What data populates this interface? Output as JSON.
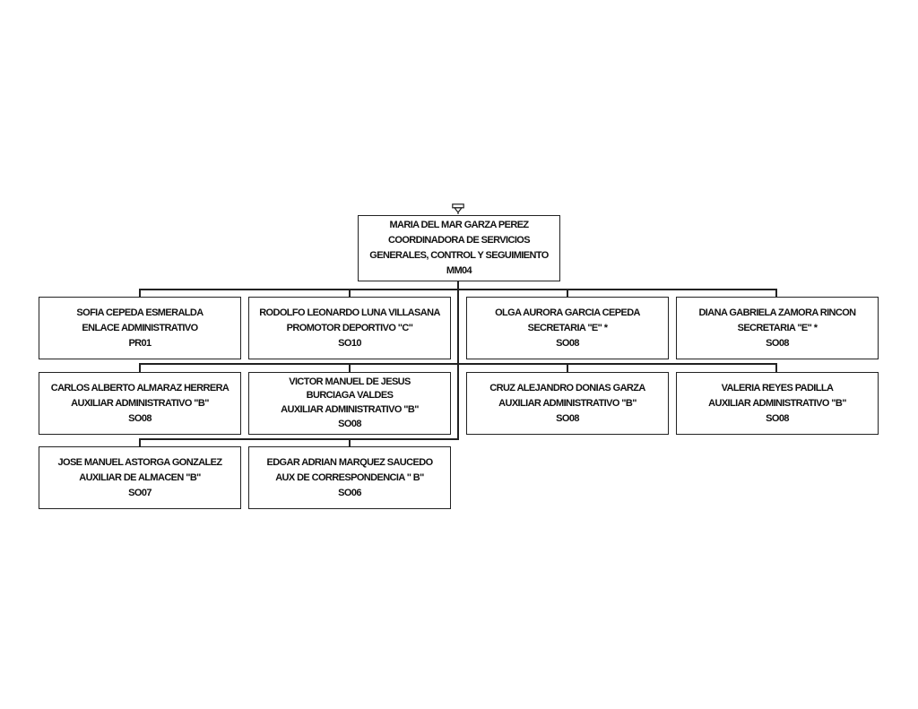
{
  "root": {
    "name": "MARIA DEL MAR GARZA PEREZ",
    "title_line1": "COORDINADORA DE SERVICIOS",
    "title_line2": "GENERALES, CONTROL Y SEGUIMIENTO",
    "code": "MM04"
  },
  "rows": [
    [
      {
        "name": "SOFIA CEPEDA ESMERALDA",
        "title": "ENLACE ADMINISTRATIVO",
        "code": "PR01"
      },
      {
        "name": "RODOLFO LEONARDO LUNA VILLASANA",
        "title": "PROMOTOR DEPORTIVO \"C\"",
        "code": "SO10"
      },
      {
        "name": "OLGA AURORA GARCIA CEPEDA",
        "title": "SECRETARIA \"E\" *",
        "code": "SO08"
      },
      {
        "name": "DIANA GABRIELA ZAMORA RINCON",
        "title": "SECRETARIA \"E\" *",
        "code": "SO08"
      }
    ],
    [
      {
        "name": "CARLOS ALBERTO ALMARAZ HERRERA",
        "title": "AUXILIAR ADMINISTRATIVO \"B\"",
        "code": "SO08"
      },
      {
        "name": "VICTOR MANUEL DE JESUS BURCIAGA VALDES",
        "title": "AUXILIAR ADMINISTRATIVO \"B\"",
        "code": "SO08"
      },
      {
        "name": "CRUZ ALEJANDRO DONIAS GARZA",
        "title": "AUXILIAR ADMINISTRATIVO \"B\"",
        "code": "SO08"
      },
      {
        "name": "VALERIA REYES PADILLA",
        "title": "AUXILIAR ADMINISTRATIVO \"B\"",
        "code": "SO08"
      }
    ],
    [
      {
        "name": "JOSE MANUEL ASTORGA GONZALEZ",
        "title": "AUXILIAR DE ALMACEN \"B\"",
        "code": "SO07"
      },
      {
        "name": "EDGAR ADRIAN MARQUEZ SAUCEDO",
        "title": "AUX DE CORRESPONDENCIA \" B\"",
        "code": "SO06"
      }
    ]
  ]
}
